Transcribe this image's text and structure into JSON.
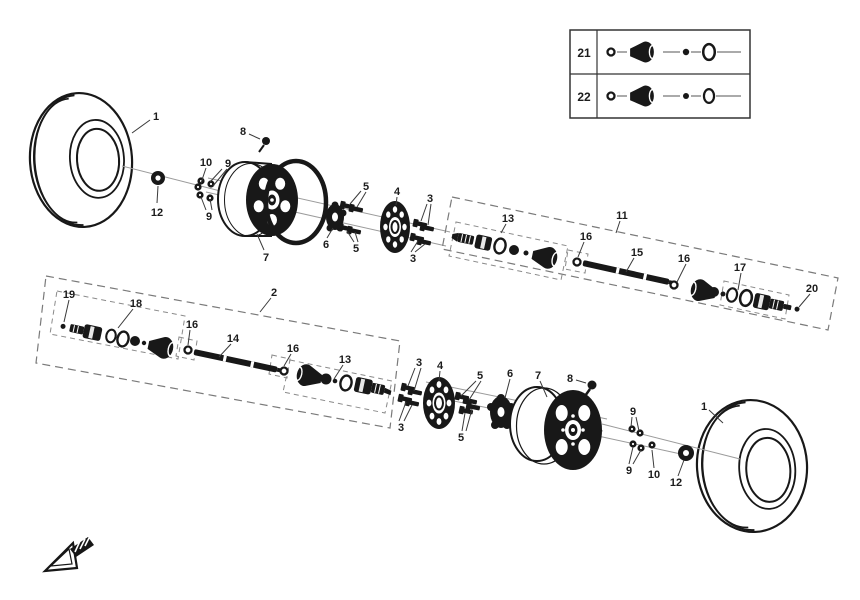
{
  "diagram": {
    "type": "exploded-parts-diagram",
    "subject": "wheel-and-drive-shaft-assembly",
    "background": "#ffffff",
    "line_color": "#181818",
    "dashed_box_color": "#7a7a7a"
  },
  "parts": {
    "p1": "1",
    "p2": "2",
    "p3": "3",
    "p4": "4",
    "p5": "5",
    "p6": "6",
    "p7": "7",
    "p8": "8",
    "p9": "9",
    "p10": "10",
    "p11": "11",
    "p12": "12",
    "p13": "13",
    "p14": "14",
    "p15": "15",
    "p16": "16",
    "p17": "17",
    "p18": "18",
    "p19": "19",
    "p20": "20",
    "p21": "21",
    "p22": "22"
  },
  "legend": {
    "row1_ref": "21",
    "row2_ref": "22",
    "row_items": [
      "clamp-ring",
      "cv-boot",
      "ball",
      "o-ring"
    ]
  },
  "icons": {
    "front_direction": "arrow-3d-left"
  }
}
